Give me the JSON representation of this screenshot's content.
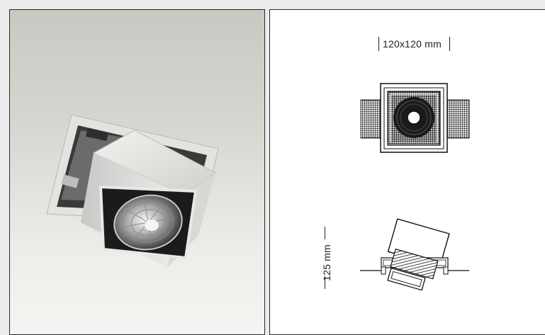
{
  "dimensions": {
    "width_label": "120x120 mm",
    "height_label": "125 mm"
  },
  "icons": {
    "product_photo": "recessed-spotlight-photo",
    "top_view": "top-view-drawing",
    "side_view": "side-view-drawing"
  }
}
